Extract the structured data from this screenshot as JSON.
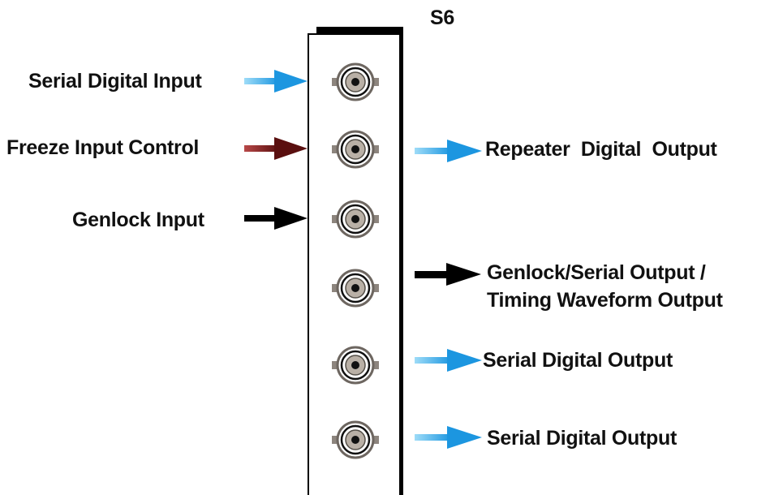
{
  "panel": {
    "title": "S6",
    "connector_count": 6
  },
  "labels": {
    "serial_digital_input": "Serial Digital Input",
    "freeze_input_control": "Freeze Input Control",
    "genlock_input": "Genlock Input",
    "repeater_digital_output": "Repeater  Digital  Output",
    "genlock_serial_output_line1": "Genlock/Serial Output /",
    "genlock_serial_output_line2": "Timing Waveform Output",
    "serial_digital_output_1": "Serial Digital Output",
    "serial_digital_output_2": "Serial Digital Output"
  },
  "colors": {
    "blue_arrow": "#29a3e6",
    "blue_arrow_light": "#8fd6f7",
    "red_arrow": "#6b1414",
    "red_arrow_light": "#b03a3a",
    "black_arrow": "#000000",
    "panel_border": "#000000",
    "connector_fill": "#b5aca2",
    "connector_center": "#111111"
  }
}
